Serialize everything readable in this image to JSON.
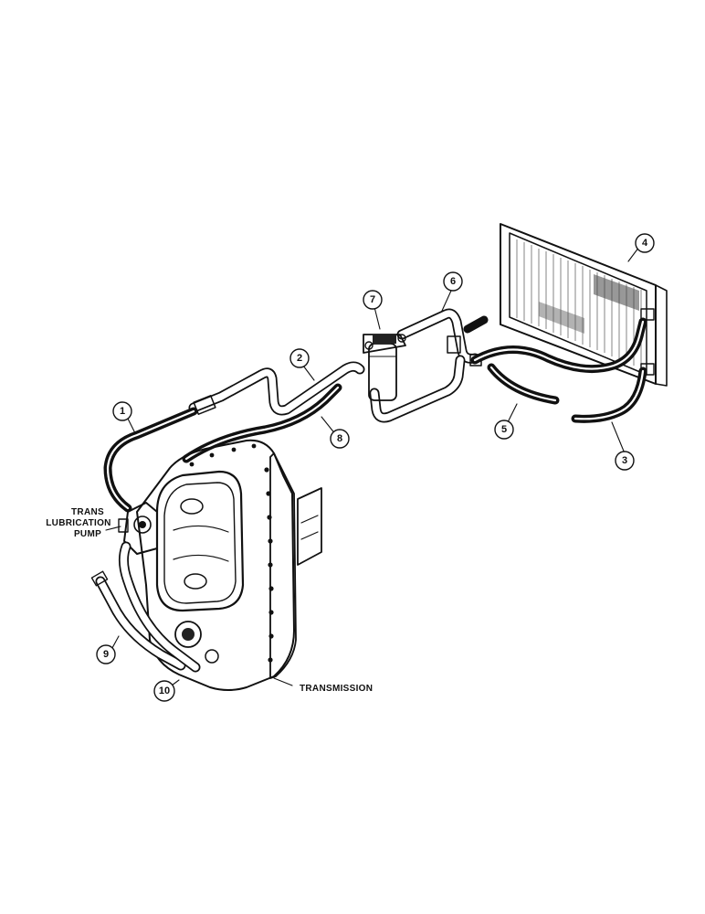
{
  "callouts": [
    {
      "id": "1",
      "name": "callout-1"
    },
    {
      "id": "2",
      "name": "callout-2"
    },
    {
      "id": "3",
      "name": "callout-3"
    },
    {
      "id": "4",
      "name": "callout-4"
    },
    {
      "id": "5",
      "name": "callout-5"
    },
    {
      "id": "6",
      "name": "callout-6"
    },
    {
      "id": "7",
      "name": "callout-7"
    },
    {
      "id": "8",
      "name": "callout-8"
    },
    {
      "id": "9",
      "name": "callout-9"
    },
    {
      "id": "10",
      "name": "callout-10"
    }
  ],
  "labels": {
    "pump_line1": "TRANS",
    "pump_line2": "LUBRICATION",
    "pump_line3": "PUMP",
    "transmission": "TRANSMISSION"
  }
}
